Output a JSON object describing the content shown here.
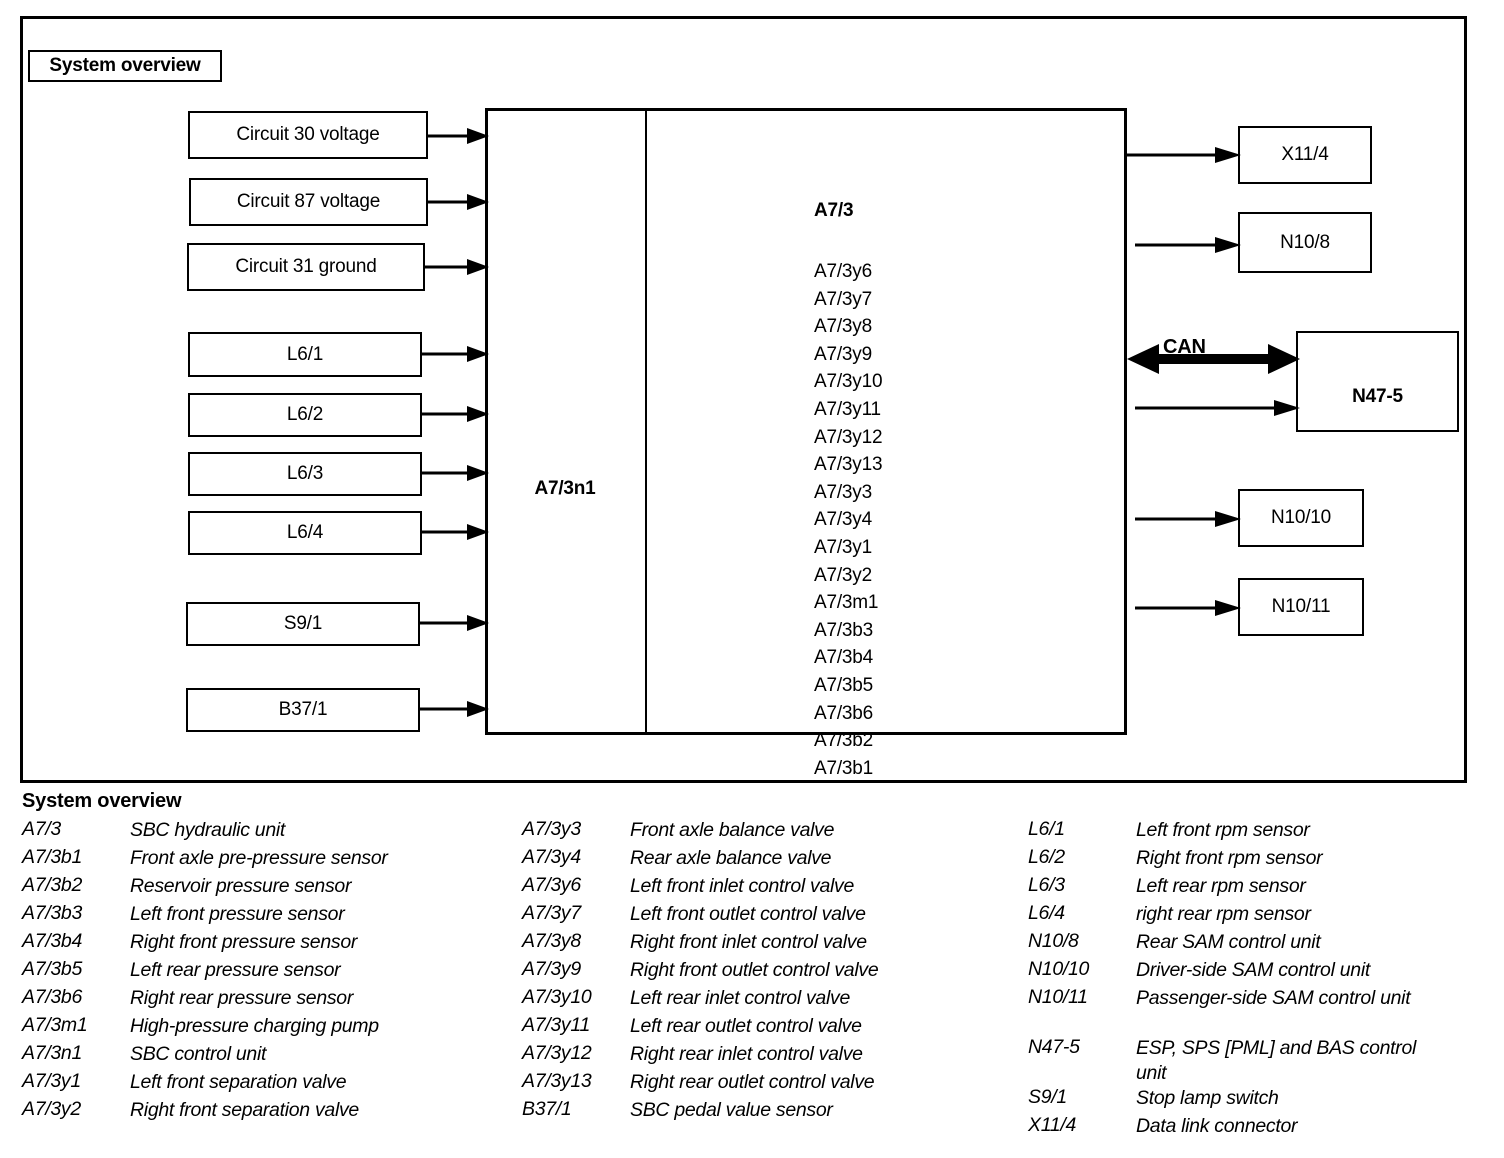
{
  "diagram": {
    "title": "System overview",
    "main_block": {
      "control_unit_label": "A7/3n1",
      "hydraulic_unit_label": "A7/3",
      "components": [
        "A7/3y6",
        "A7/3y7",
        "A7/3y8",
        "A7/3y9",
        "A7/3y10",
        "A7/3y11",
        "A7/3y12",
        "A7/3y13",
        "A7/3y3",
        "A7/3y4",
        "A7/3y1",
        "A7/3y2",
        "A7/3m1",
        "A7/3b3",
        "A7/3b4",
        "A7/3b5",
        "A7/3b6",
        "A7/3b2",
        "A7/3b1"
      ]
    },
    "inputs": [
      {
        "label": "Circuit 30 voltage"
      },
      {
        "label": "Circuit 87 voltage"
      },
      {
        "label": "Circuit 31 ground"
      },
      {
        "label": "L6/1"
      },
      {
        "label": "L6/2"
      },
      {
        "label": "L6/3"
      },
      {
        "label": "L6/4"
      },
      {
        "label": "S9/1"
      },
      {
        "label": "B37/1"
      }
    ],
    "outputs": [
      {
        "label": "X11/4"
      },
      {
        "label": "N10/8"
      },
      {
        "label": "N47-5"
      },
      {
        "label": "N10/10"
      },
      {
        "label": "N10/11"
      }
    ],
    "bus_label": "CAN"
  },
  "legend": {
    "heading": "System overview",
    "columns": [
      [
        {
          "code": "A7/3",
          "desc": "SBC hydraulic unit"
        },
        {
          "code": "A7/3b1",
          "desc": "Front axle pre-pressure sensor"
        },
        {
          "code": "A7/3b2",
          "desc": "Reservoir pressure sensor"
        },
        {
          "code": "A7/3b3",
          "desc": "Left front pressure sensor"
        },
        {
          "code": "A7/3b4",
          "desc": "Right front pressure sensor"
        },
        {
          "code": "A7/3b5",
          "desc": "Left rear pressure sensor"
        },
        {
          "code": "A7/3b6",
          "desc": "Right rear pressure sensor"
        },
        {
          "code": "A7/3m1",
          "desc": "High-pressure charging pump"
        },
        {
          "code": "A7/3n1",
          "desc": "SBC control unit"
        },
        {
          "code": "A7/3y1",
          "desc": "Left front separation valve"
        },
        {
          "code": "A7/3y2",
          "desc": "Right front separation valve"
        }
      ],
      [
        {
          "code": "A7/3y3",
          "desc": "Front axle balance valve"
        },
        {
          "code": "A7/3y4",
          "desc": "Rear axle balance valve"
        },
        {
          "code": "A7/3y6",
          "desc": "Left front inlet control valve"
        },
        {
          "code": "A7/3y7",
          "desc": "Left front outlet control valve"
        },
        {
          "code": "A7/3y8",
          "desc": "Right front inlet control valve"
        },
        {
          "code": "A7/3y9",
          "desc": "Right front outlet control valve"
        },
        {
          "code": "A7/3y10",
          "desc": "Left rear inlet control valve"
        },
        {
          "code": "A7/3y11",
          "desc": "Left rear outlet control valve"
        },
        {
          "code": "A7/3y12",
          "desc": "Right rear inlet control valve"
        },
        {
          "code": "A7/3y13",
          "desc": "Right rear outlet control valve"
        },
        {
          "code": "B37/1",
          "desc": "SBC pedal value sensor"
        }
      ],
      [
        {
          "code": "L6/1",
          "desc": "Left front rpm sensor"
        },
        {
          "code": "L6/2",
          "desc": "Right front rpm sensor"
        },
        {
          "code": "L6/3",
          "desc": "Left rear rpm sensor"
        },
        {
          "code": "L6/4",
          "desc": "right rear rpm sensor"
        },
        {
          "code": "N10/8",
          "desc": "Rear SAM control unit"
        },
        {
          "code": "N10/10",
          "desc": "Driver-side SAM control unit"
        },
        {
          "code": "N10/11",
          "desc": "Passenger-side SAM control unit",
          "tall": true
        },
        {
          "code": "N47-5",
          "desc": "ESP, SPS [PML] and BAS control unit",
          "tall": true
        },
        {
          "code": "S9/1",
          "desc": "Stop lamp switch"
        },
        {
          "code": "X11/4",
          "desc": "Data link connector"
        }
      ]
    ]
  },
  "colors": {
    "ink": "#000000",
    "paper": "#ffffff"
  }
}
